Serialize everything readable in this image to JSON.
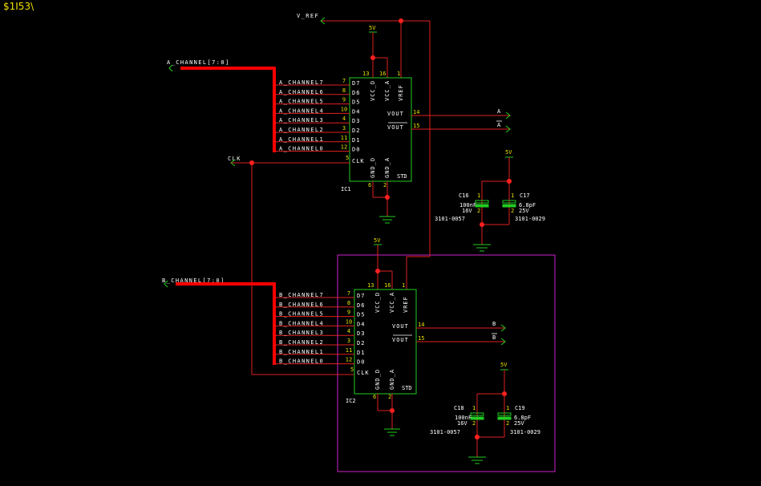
{
  "title": "$1I53\\",
  "nets": {
    "v_ref": "V_REF",
    "a_bus": "A_CHANNEL[7:0]",
    "b_bus": "B_CHANNEL[7:0]",
    "clk": "CLK",
    "out_a": "A",
    "out_a_bar": "A",
    "out_b": "B",
    "out_b_bar": "B"
  },
  "power": {
    "v5": "5V"
  },
  "ic1": {
    "ref": "IC1",
    "variant": "STD",
    "bus_labels": [
      "A_CHANNEL7",
      "A_CHANNEL6",
      "A_CHANNEL5",
      "A_CHANNEL4",
      "A_CHANNEL3",
      "A_CHANNEL2",
      "A_CHANNEL1",
      "A_CHANNEL0"
    ]
  },
  "ic2": {
    "ref": "IC2",
    "variant": "STD",
    "bus_labels": [
      "B_CHANNEL7",
      "B_CHANNEL6",
      "B_CHANNEL5",
      "B_CHANNEL4",
      "B_CHANNEL3",
      "B_CHANNEL2",
      "B_CHANNEL1",
      "B_CHANNEL0"
    ]
  },
  "ic_pins": {
    "data": [
      "D7",
      "D6",
      "D5",
      "D4",
      "D3",
      "D2",
      "D1",
      "D0"
    ],
    "data_nums": [
      "7",
      "8",
      "9",
      "10",
      "4",
      "3",
      "11",
      "12"
    ],
    "clk": "CLK",
    "clk_num": "5",
    "vcc_d": "VCC_D",
    "vcc_d_num": "13",
    "vcc_a": "VCC_A",
    "vcc_a_num": "16",
    "vref": "VREF",
    "vref_num": "1",
    "vout": "VOUT",
    "vout_num": "14",
    "vout_bar": "VOUT",
    "vout_bar_num": "15",
    "gnd_d": "GND_D",
    "gnd_d_num": "6",
    "gnd_a": "GND_A",
    "gnd_a_num": "2"
  },
  "caps": {
    "c16": {
      "ref": "C16",
      "value": "100nF",
      "voltage": "16V",
      "part": "3101-0057"
    },
    "c17": {
      "ref": "C17",
      "value": "6.8pF",
      "voltage": "25V",
      "part": "3101-0029"
    },
    "c18": {
      "ref": "C18",
      "value": "100nF",
      "voltage": "16V",
      "part": "3101-0057"
    },
    "c19": {
      "ref": "C19",
      "value": "6.8pF",
      "voltage": "25V",
      "part": "3101-0029"
    },
    "pin1": "1",
    "pin2": "2"
  },
  "colors": {
    "background": "#000000",
    "wire": "#e02020",
    "component": "#22cc22",
    "highlight_box": "#cc22cc",
    "pin_number": "#e8e000"
  }
}
